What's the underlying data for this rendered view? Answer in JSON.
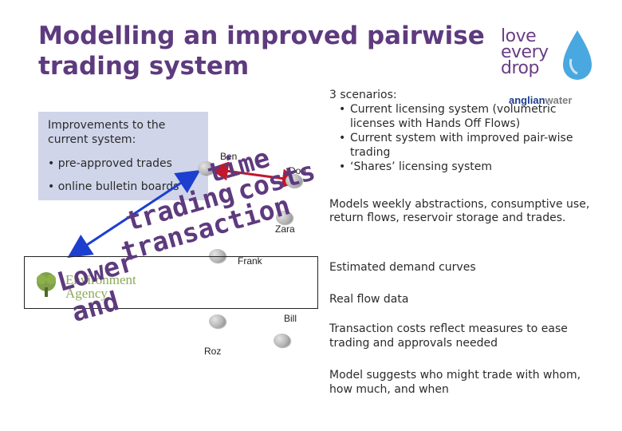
{
  "title": {
    "line1": "Modelling an improved pairwise",
    "line2": "trading system"
  },
  "logo": {
    "words": [
      "love",
      "every",
      "drop"
    ],
    "brand_main": "anglian",
    "brand_tail": "water",
    "drop_color": "#4aa8e0",
    "brand_color": "#1b3d8f"
  },
  "improvements": {
    "heading": "Improvements to the current system:",
    "items": [
      "pre-approved trades",
      "online bulletin boards"
    ]
  },
  "diagram": {
    "nodes": [
      "Ben",
      "Don",
      "Zara",
      "Frank",
      "Bill",
      "Roz"
    ],
    "overlay_phrases": [
      "time",
      "costs",
      "trading",
      "transaction",
      "Lower",
      "and"
    ],
    "agency_lines": [
      "Environment",
      "Agency"
    ]
  },
  "scenarios": {
    "heading": "3 scenarios:",
    "items": [
      "Current licensing system (volumetric licenses with Hands Off Flows)",
      "Current system with improved pair-wise trading",
      "‘Shares’ licensing system"
    ]
  },
  "notes": [
    "Models weekly abstractions, consumptive use, return flows, reservoir storage and trades.",
    "Estimated demand curves",
    "Real flow data",
    "Transaction costs reflect measures to ease trading and approvals needed",
    "Model suggests who might trade with whom, how much, and when"
  ],
  "colors": {
    "title": "#5e3a7e",
    "box_fill": "#d0d5ea",
    "arrow_red": "#c0182c",
    "arrow_blue": "#1d3fcf"
  }
}
